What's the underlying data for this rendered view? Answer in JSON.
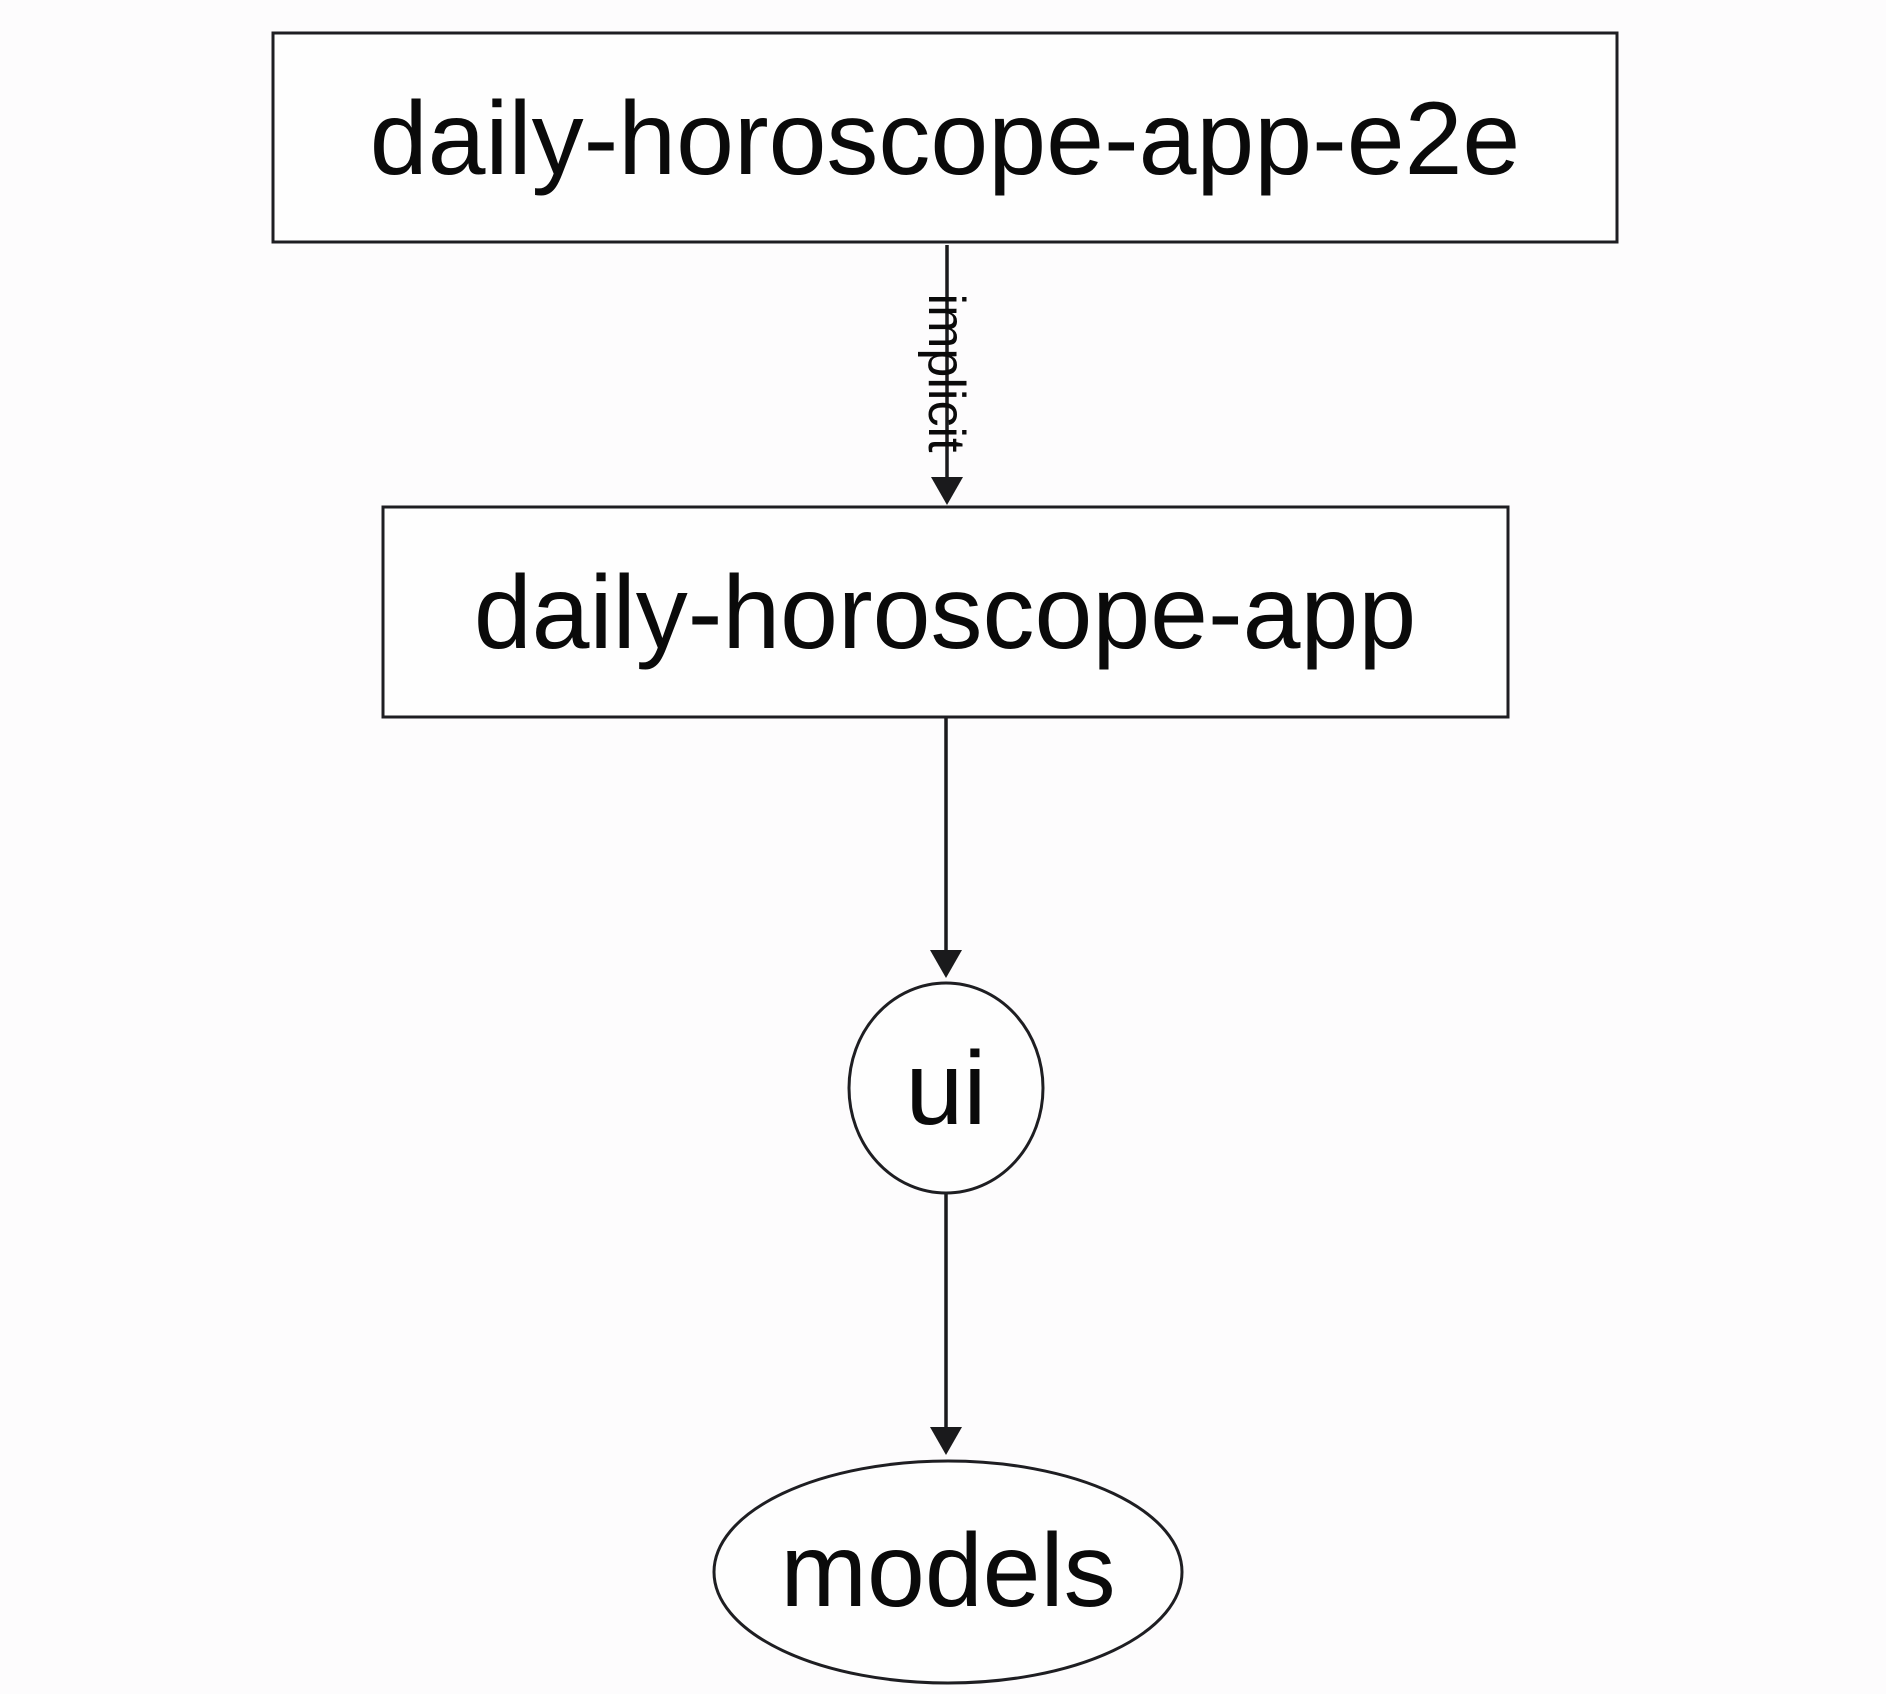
{
  "diagram": {
    "type": "dependency-graph",
    "colors": {
      "background": "#fdfcfd",
      "node_fill": "#fefefe",
      "stroke": "#1e1e22",
      "edge": "#1a1a1c",
      "text": "#0a0a0a"
    },
    "nodes": [
      {
        "id": "daily-horoscope-app-e2e",
        "label": "daily-horoscope-app-e2e",
        "shape": "box"
      },
      {
        "id": "daily-horoscope-app",
        "label": "daily-horoscope-app",
        "shape": "box"
      },
      {
        "id": "ui",
        "label": "ui",
        "shape": "ellipse"
      },
      {
        "id": "models",
        "label": "models",
        "shape": "ellipse"
      }
    ],
    "edges": [
      {
        "from": "daily-horoscope-app-e2e",
        "to": "daily-horoscope-app",
        "label": "implicit"
      },
      {
        "from": "daily-horoscope-app",
        "to": "ui",
        "label": ""
      },
      {
        "from": "ui",
        "to": "models",
        "label": ""
      }
    ]
  }
}
